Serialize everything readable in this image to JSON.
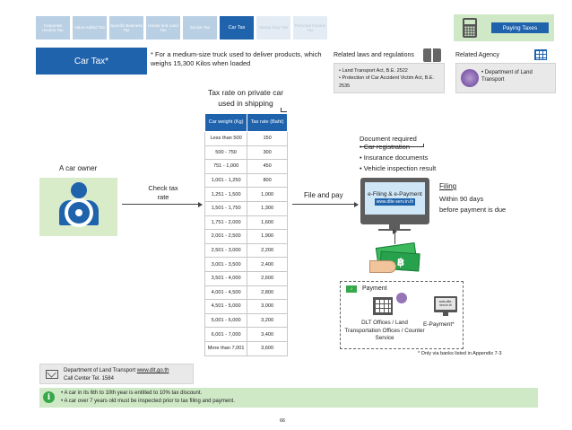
{
  "tabs": [
    {
      "label": "Corporate Income Tax",
      "state": "normal"
    },
    {
      "label": "Value Added Tax",
      "state": "normal"
    },
    {
      "label": "Specific Business Tax",
      "state": "normal"
    },
    {
      "label": "House and Land Tax",
      "state": "normal"
    },
    {
      "label": "Excise Tax",
      "state": "normal"
    },
    {
      "label": "Car Tax",
      "state": "active"
    },
    {
      "label": "Stamp Duty Tax",
      "state": "faded"
    },
    {
      "label": "Personal Income Tax",
      "state": "faded"
    }
  ],
  "paying_taxes": {
    "label": "Paying Taxes",
    "icon": "calculator-icon"
  },
  "title": "Car Tax*",
  "top_note": "* For a medium-size truck used to deliver products, which weighs 15,300 Kilos when loaded",
  "related_laws": {
    "title": "Related laws and regulations",
    "items": [
      "• Land Transport Act, B.E. 2522",
      "• Protection of Car Accident Victim Act, B.E. 2535"
    ]
  },
  "related_agency": {
    "title": "Related Agency",
    "items": [
      "• Department of Land Transport"
    ]
  },
  "rate_table": {
    "title": "Tax rate on private car used in shipping",
    "headers": [
      "Car weight (Kg)",
      "Tax rate (Baht)"
    ],
    "rows": [
      [
        "Less than 500",
        "150"
      ],
      [
        "500 - 750",
        "300"
      ],
      [
        "751 - 1,000",
        "450"
      ],
      [
        "1,001 - 1,250",
        "800"
      ],
      [
        "1,251 - 1,500",
        "1,000"
      ],
      [
        "1,501 - 1,750",
        "1,300"
      ],
      [
        "1,751 - 2,000",
        "1,600"
      ],
      [
        "2,001 - 2,500",
        "1,900"
      ],
      [
        "2,501 - 3,000",
        "2,200"
      ],
      [
        "3,001 - 3,500",
        "2,400"
      ],
      [
        "3,501 - 4,000",
        "2,600"
      ],
      [
        "4,001 - 4,500",
        "2,800"
      ],
      [
        "4,501 - 5,000",
        "3,000"
      ],
      [
        "5,001 - 6,000",
        "3,200"
      ],
      [
        "6,001 - 7,000",
        "3,400"
      ],
      [
        "More than 7,001",
        "3,600"
      ]
    ]
  },
  "owner_label": "A car owner",
  "check_label": "Check tax rate",
  "file_label": "File and pay",
  "documents": {
    "title": "Document required",
    "items": [
      "Car registration",
      "Insurance documents",
      "Vehicle inspection result"
    ]
  },
  "efiling": {
    "label": "e-Filing & e-Payment",
    "url": "www.dlte-serv.in.th"
  },
  "filing": {
    "title": "Filing",
    "line1": "Within 90 days",
    "line2": "before payment is due"
  },
  "money_symbol": "฿",
  "payment": {
    "title": "Payment",
    "dlt_label": "DLT Offices / Land Transportation Offices / Counter Service",
    "epay_label": "E-Payment*",
    "mini_screen_text": "www.dlte-serv.in.th"
  },
  "footnote": "* Only via banks listed in Appendix 7-3",
  "contact": {
    "line1_prefix": "Department of Land Transport",
    "link": "www.dlt.go.th",
    "line2": "Call Center Tel. 1584"
  },
  "info": {
    "icon_char": "i",
    "items": [
      "A car in its 6th to 10th year is entitled to 10% tax discount.",
      "A car over 7 years old must be inspected prior to tax filing and payment."
    ]
  },
  "page_number": "66"
}
